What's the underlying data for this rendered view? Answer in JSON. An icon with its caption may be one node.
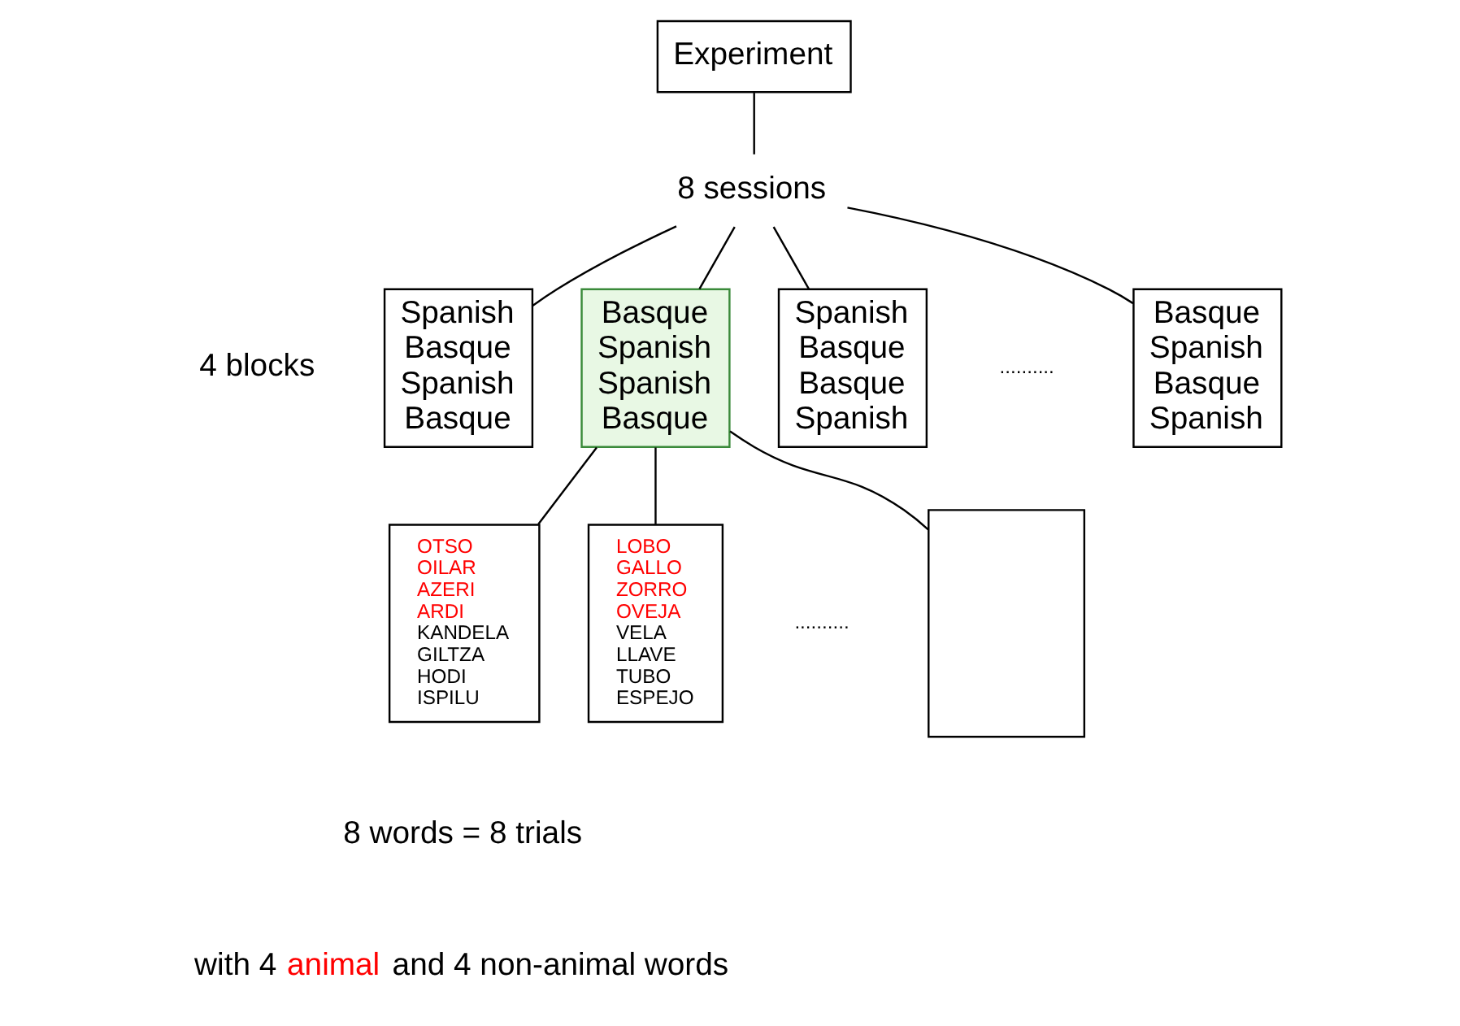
{
  "diagram": {
    "nodes": [
      {
        "text": [
          "Experiment"
        ]
      },
      {
        "text": [
          "8 sessions"
        ]
      },
      {
        "text": [
          "Spanish",
          "Basque",
          "Spanish",
          "Basque"
        ]
      },
      {
        "text": [
          "Basque",
          "Spanish",
          "Spanish",
          "Basque"
        ]
      },
      {
        "text": [
          "Spanish",
          "Basque",
          "Basque",
          "Spanish"
        ]
      },
      {
        "text": [
          "Basque",
          "Spanish",
          "Basque",
          "Spanish"
        ]
      },
      {
        "text": [
          "OTSO",
          "OILAR",
          "AZERI",
          "ARDI",
          "KANDELA",
          "GILTZA",
          "HODI",
          "ISPILU"
        ]
      },
      {
        "text": [
          "LOBO",
          "GALLO",
          "ZORRO",
          "OVEJA",
          "VELA",
          "LLAVE",
          "TUBO",
          "ESPEJO"
        ]
      },
      {
        "text": [],
        "shape": "box"
      }
    ],
    "edges": [
      {
        "from": 0,
        "to": 1,
        "arrow": "none"
      },
      {
        "from": 1,
        "to": 2,
        "arrow": "none"
      },
      {
        "from": 1,
        "to": 3,
        "arrow": "none"
      },
      {
        "from": 1,
        "to": 4,
        "arrow": "none"
      },
      {
        "from": 1,
        "to": 5,
        "arrow": "none"
      },
      {
        "from": 3,
        "to": 6,
        "arrow": "none"
      },
      {
        "from": 3,
        "to": 7,
        "arrow": "none"
      },
      {
        "from": 3,
        "to": 8,
        "arrow": "none"
      }
    ],
    "labels": [
      "4 blocks",
      "..........",
      "..........",
      "8 words = 8 trials",
      "with 4 animal and 4 non-animal words"
    ]
  }
}
